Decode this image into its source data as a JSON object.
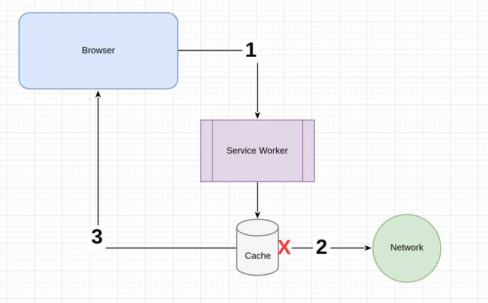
{
  "diagram": {
    "nodes": {
      "browser": {
        "label": "Browser",
        "fill": "#dae8fc",
        "stroke": "#6c8ebf"
      },
      "service_worker": {
        "label": "Service Worker",
        "fill": "#e1d5e7",
        "stroke": "#9673a6"
      },
      "cache": {
        "label": "Cache",
        "fill": "#f5f5f5",
        "stroke": "#666666"
      },
      "network": {
        "label": "Network",
        "fill": "#d5e8d4",
        "stroke": "#82b366"
      }
    },
    "edges": {
      "browser_to_service_worker": {
        "label": "1",
        "from": "Browser",
        "to": "Service Worker"
      },
      "service_worker_to_cache": {
        "label": "",
        "from": "Service Worker",
        "to": "Cache"
      },
      "cache_to_network": {
        "label": "2",
        "from": "Cache",
        "to": "Network"
      },
      "cache_to_browser": {
        "label": "3",
        "from": "Cache",
        "to": "Browser"
      }
    },
    "markers": {
      "cache_miss": {
        "label": "X",
        "color": "#f5383c"
      }
    },
    "line_color": "#000000"
  }
}
